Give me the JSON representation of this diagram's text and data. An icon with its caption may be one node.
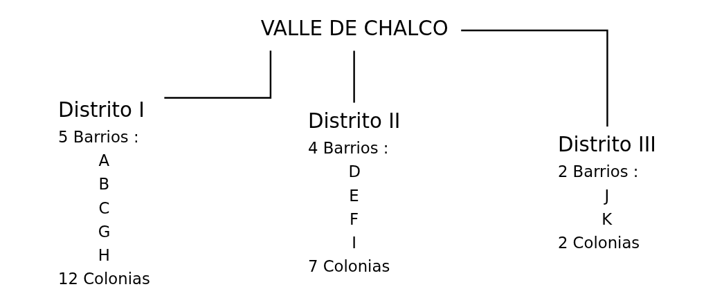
{
  "diagram": {
    "nodes": [
      {
        "text": [
          "VALLE DE CHALCO"
        ]
      },
      {
        "text": [
          "Distrito I"
        ],
        "beside": [
          "5 Barrios :",
          "A",
          "B",
          "C",
          "G",
          "H",
          "12 Colonias"
        ]
      },
      {
        "text": [
          "Distrito II"
        ],
        "beside": [
          "4 Barrios :",
          "D",
          "E",
          "F",
          "I",
          "7 Colonias"
        ]
      },
      {
        "text": [
          "Distrito III"
        ],
        "beside": [
          "2 Barrios :",
          "J",
          "K",
          "2 Colonias"
        ]
      }
    ],
    "edges": [
      {
        "from": 0,
        "to": 1,
        "arrow": "none"
      },
      {
        "from": 0,
        "to": 2,
        "arrow": "none"
      },
      {
        "from": 0,
        "to": 3,
        "arrow": "none"
      }
    ]
  }
}
